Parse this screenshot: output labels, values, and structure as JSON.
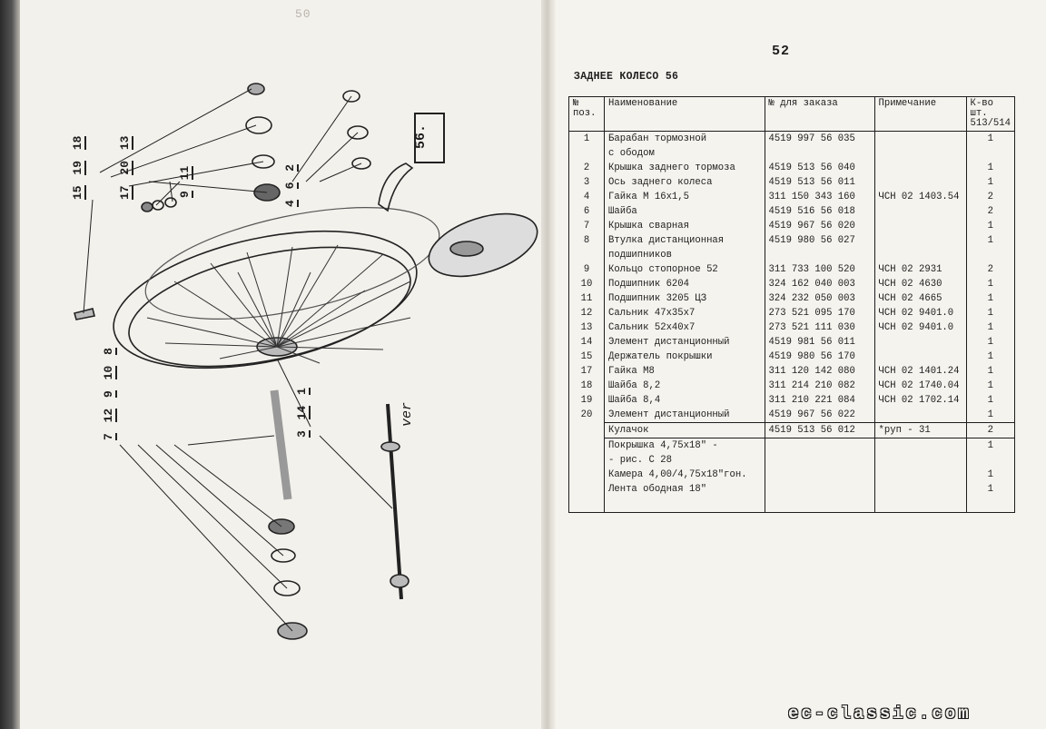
{
  "left_page": {
    "page_number": "50",
    "diagram_label": "56.",
    "callout_groups": [
      {
        "labels": [
          "15",
          "19",
          "18"
        ]
      },
      {
        "labels": [
          "17",
          "20",
          "13"
        ]
      },
      {
        "labels": [
          "9",
          "11"
        ]
      },
      {
        "labels": [
          "4",
          "6",
          "2"
        ]
      },
      {
        "labels": [
          "7",
          "12",
          "9",
          "10",
          "8"
        ]
      },
      {
        "labels": [
          "3",
          "14",
          "1"
        ]
      }
    ],
    "side_note": "ver"
  },
  "right_page": {
    "page_number": "52",
    "title": "ЗАДНЕЕ КОЛЕСО 56",
    "columns": [
      "№ поз.",
      "Наименование",
      "№ для заказа",
      "Примечание",
      "К-во шт. 513/514"
    ],
    "rows": [
      {
        "no": "1",
        "name": "Барабан тормозной",
        "order": "4519 997 56 035",
        "note": "",
        "qty": "1"
      },
      {
        "no": "",
        "name": "с ободом",
        "order": "",
        "note": "",
        "qty": ""
      },
      {
        "no": "2",
        "name": "Крышка заднего тормоза",
        "order": "4519 513 56 040",
        "note": "",
        "qty": "1"
      },
      {
        "no": "3",
        "name": "Ось заднего колеса",
        "order": "4519 513 56 011",
        "note": "",
        "qty": "1"
      },
      {
        "no": "4",
        "name": "Гайка М 16х1,5",
        "order": "311 150 343 160",
        "note": "ЧСН 02 1403.54",
        "qty": "2"
      },
      {
        "no": "6",
        "name": "Шайба",
        "order": "4519 516 56 018",
        "note": "",
        "qty": "2"
      },
      {
        "no": "7",
        "name": "Крышка сварная",
        "order": "4519 967 56 020",
        "note": "",
        "qty": "1"
      },
      {
        "no": "8",
        "name": "Втулка дистанционная",
        "order": "4519 980 56 027",
        "note": "",
        "qty": "1"
      },
      {
        "no": "",
        "name": "подшипников",
        "order": "",
        "note": "",
        "qty": ""
      },
      {
        "no": "9",
        "name": "Кольцо стопорное 52",
        "order": "311 733 100 520",
        "note": "ЧСН 02 2931",
        "qty": "2"
      },
      {
        "no": "10",
        "name": "Подшипник 6204",
        "order": "324 162 040 003",
        "note": "ЧСН 02 4630",
        "qty": "1"
      },
      {
        "no": "11",
        "name": "Подшипник 3205 ЦЗ",
        "order": "324 232 050 003",
        "note": "ЧСН 02 4665",
        "qty": "1"
      },
      {
        "no": "12",
        "name": "Сальник 47х35х7",
        "order": "273 521 095 170",
        "note": "ЧСН 02 9401.0",
        "qty": "1"
      },
      {
        "no": "13",
        "name": "Сальник 52х40х7",
        "order": "273 521 111 030",
        "note": "ЧСН 02 9401.0",
        "qty": "1"
      },
      {
        "no": "14",
        "name": "Элемент дистанционный",
        "order": "4519 981 56 011",
        "note": "",
        "qty": "1"
      },
      {
        "no": "15",
        "name": "Держатель покрышки",
        "order": "4519 980 56 170",
        "note": "",
        "qty": "1"
      },
      {
        "no": "17",
        "name": "Гайка М8",
        "order": "311 120 142 080",
        "note": "ЧСН 02 1401.24",
        "qty": "1"
      },
      {
        "no": "18",
        "name": "Шайба 8,2",
        "order": "311 214 210 082",
        "note": "ЧСН 02 1740.04",
        "qty": "1"
      },
      {
        "no": "19",
        "name": "Шайба 8,4",
        "order": "311 210 221 084",
        "note": "ЧСН 02 1702.14",
        "qty": "1"
      },
      {
        "no": "20",
        "name": "Элемент дистанционный",
        "order": "4519 967 56 022",
        "note": "",
        "qty": "1"
      },
      {
        "no": "",
        "name": "Кулачок",
        "order": "4519 513 56 012",
        "note": "*руп - 31",
        "qty": "2",
        "sep": true
      },
      {
        "no": "",
        "name": "Покрышка 4,75х18\" -",
        "order": "",
        "note": "",
        "qty": "1",
        "sep": true
      },
      {
        "no": "",
        "name": "- рис. С 28",
        "order": "",
        "note": "",
        "qty": ""
      },
      {
        "no": "",
        "name": "Камера 4,00/4,75х18\"гон.",
        "order": "",
        "note": "",
        "qty": "1"
      },
      {
        "no": "",
        "name": "Лента ободная 18\"",
        "order": "",
        "note": "",
        "qty": "1"
      },
      {
        "no": "",
        "name": "",
        "order": "",
        "note": "",
        "qty": "",
        "last": true
      }
    ]
  },
  "watermark": "ec-classic.com",
  "colors": {
    "paper": "#f3f1ec",
    "ink": "#1d1d1d",
    "background": "#2b2b2b"
  }
}
